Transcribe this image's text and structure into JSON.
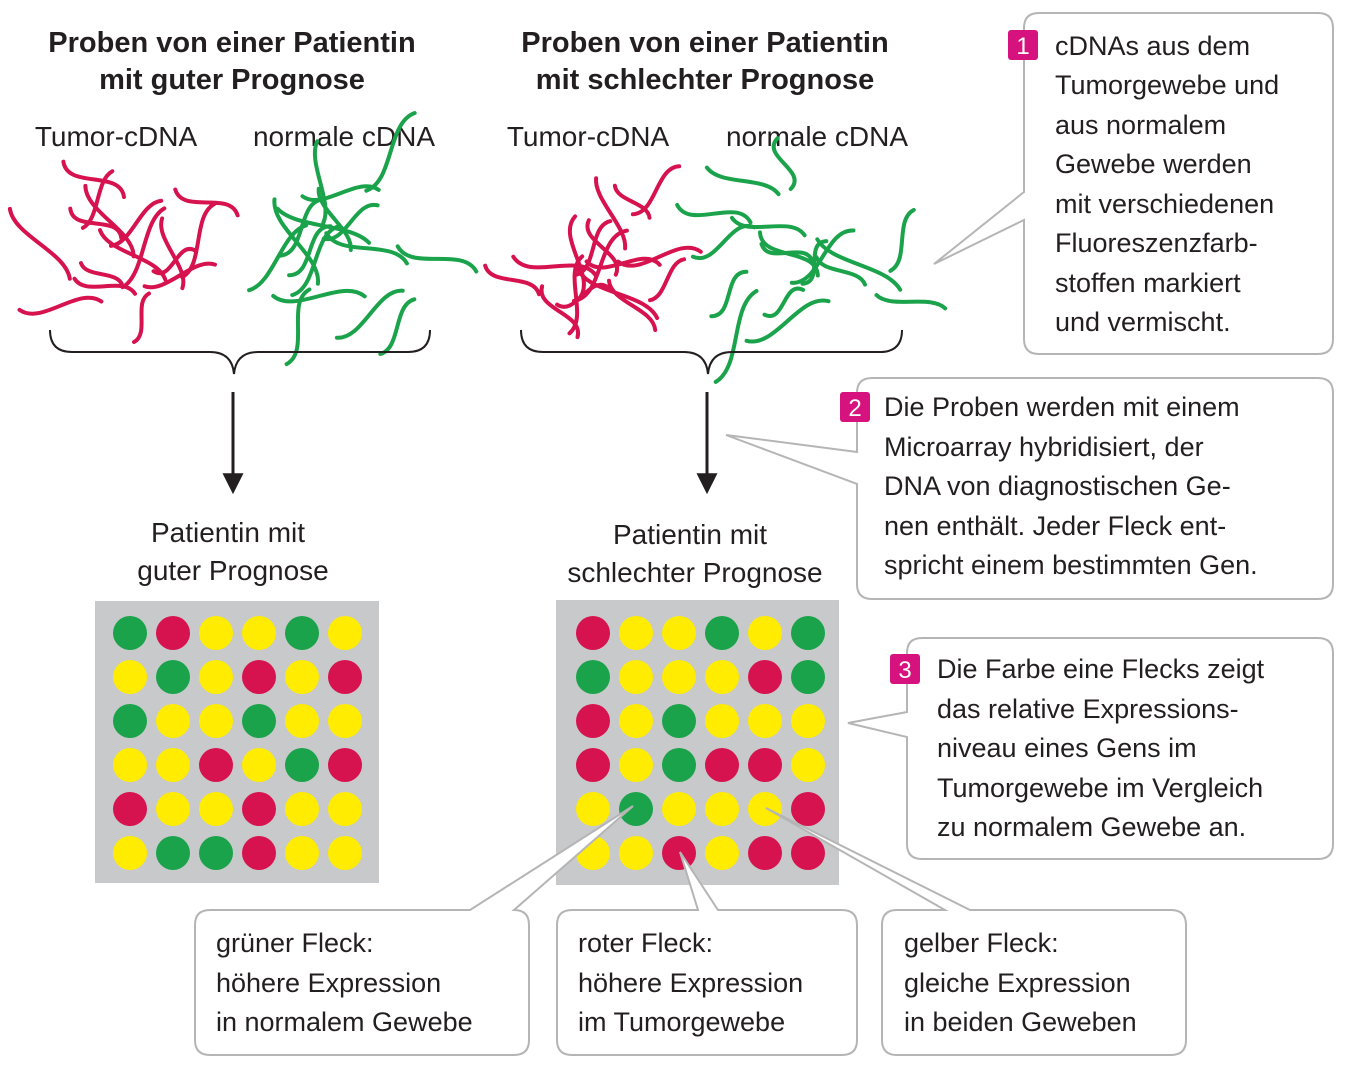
{
  "columns": [
    {
      "title_lines": [
        "Proben von einer Patientin",
        "mit guter Prognose"
      ],
      "tumor_label": "Tumor-cDNA",
      "normal_label": "normale cDNA",
      "patient_lines": [
        "Patientin mit",
        "guter Prognose"
      ]
    },
    {
      "title_lines": [
        "Proben von einer Patientin",
        "mit schlechter Prognose"
      ],
      "tumor_label": "Tumor-cDNA",
      "normal_label": "normale cDNA",
      "patient_lines": [
        "Patientin mit",
        "schlechter Prognose"
      ]
    }
  ],
  "steps": [
    {
      "number": "1",
      "lines": [
        "cDNAs aus dem",
        "Tumorgewebe und",
        "aus normalem",
        "Gewebe werden",
        "mit verschiedenen",
        "Fluoreszenzfarb-",
        "stoffen markiert",
        "und vermischt."
      ]
    },
    {
      "number": "2",
      "lines": [
        "Die Proben werden mit einem",
        "Microarray hybridisiert, der",
        "DNA von diagnostischen Ge-",
        "nen enthält. Jeder Fleck ent-",
        "spricht einem bestimmten Gen."
      ]
    },
    {
      "number": "3",
      "lines": [
        "Die Farbe eine Flecks zeigt",
        "das relative Expressions-",
        "niveau eines Gens im",
        "Tumorgewebe im Vergleich",
        "zu normalem Gewebe an."
      ]
    }
  ],
  "legend": [
    {
      "lines": [
        "grüner Fleck:",
        "höhere Expression",
        "in normalem Gewebe"
      ]
    },
    {
      "lines": [
        "roter Fleck:",
        "höhere Expression",
        "im Tumorgewebe"
      ]
    },
    {
      "lines": [
        "gelber Fleck:",
        "gleiche Expression",
        "in beiden Geweben"
      ]
    }
  ],
  "colors": {
    "G": "#1aa34a",
    "R": "#d6124f",
    "Y": "#ffec00",
    "badge": "#d6127e",
    "array_bg": "#c8c9ca",
    "tumor_strand": "#d6124f",
    "normal_strand": "#1aa34a"
  },
  "arrays": [
    [
      "GRYYGY",
      "YGYRYR",
      "GYYGYY",
      "YYRYGR",
      "RYYRYY",
      "YGGRYY"
    ],
    [
      "RYYGYG",
      "GYYYRG",
      "RYGYYY",
      "RYGRRY",
      "YGYYYR",
      "YYRYRR"
    ]
  ]
}
